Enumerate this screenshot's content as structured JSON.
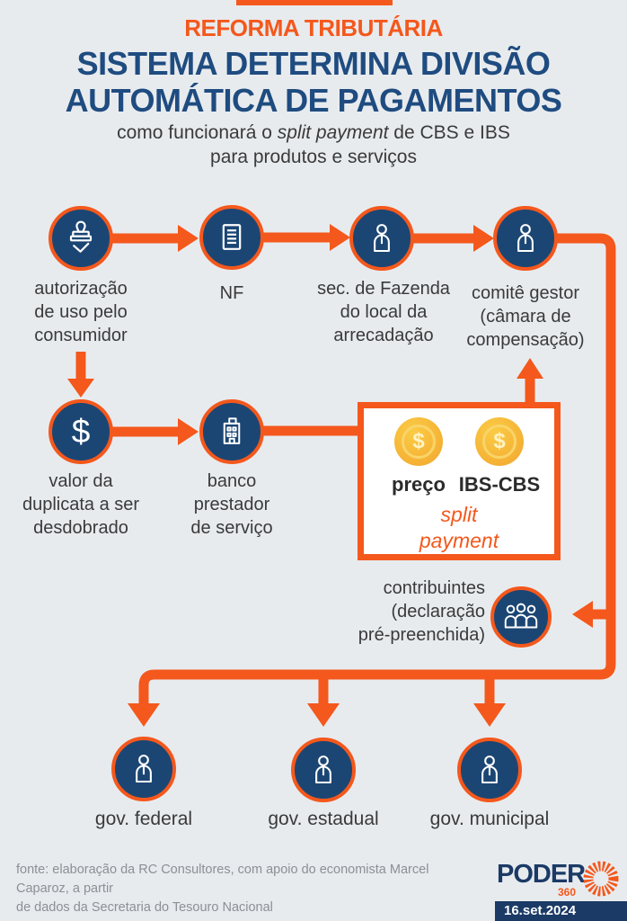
{
  "colors": {
    "background": "#E8EBEE",
    "accent_orange": "#F4581C",
    "node_navy": "#1B4674",
    "title_blue": "#1F4C80",
    "coin_gold": "#F5B02F",
    "footer_navy": "#1B3A66"
  },
  "header": {
    "kicker": "REFORMA TRIBUTÁRIA",
    "title": "SISTEMA DETERMINA DIVISÃO\nAUTOMÁTICA DE PAGAMENTOS",
    "subtitle_pre": "como funcionará o ",
    "subtitle_em": "split payment",
    "subtitle_post": " de CBS e IBS",
    "subtitle_line2": "para produtos e serviços"
  },
  "flow": {
    "nodes": [
      {
        "id": "autorizacao",
        "icon": "stamp-icon",
        "label": "autorização\nde uso pelo\nconsumidor"
      },
      {
        "id": "nf",
        "icon": "invoice-icon",
        "label": "NF"
      },
      {
        "id": "fazenda",
        "icon": "person-icon",
        "label": "sec. de Fazenda\ndo local da\narrecadação"
      },
      {
        "id": "comite",
        "icon": "person-icon",
        "label": "comitê gestor\n(câmara de\ncompensação)"
      },
      {
        "id": "valor",
        "icon": "dollar-icon",
        "label": "valor da\nduplicata a ser\ndesdobrado"
      },
      {
        "id": "banco",
        "icon": "building-icon",
        "label": "banco\nprestador\nde serviço"
      },
      {
        "id": "contribuintes",
        "icon": "group-icon",
        "label": "contribuintes\n(declaração\npré-preenchida)"
      },
      {
        "id": "federal",
        "icon": "person-icon",
        "label": "gov. federal"
      },
      {
        "id": "estadual",
        "icon": "person-icon",
        "label": "gov. estadual"
      },
      {
        "id": "municipal",
        "icon": "person-icon",
        "label": "gov. municipal"
      }
    ]
  },
  "glyphs": {
    "dollar": "$"
  },
  "split_box": {
    "coin_symbol": "$",
    "coin1_label": "preço",
    "coin2_label": "IBS-CBS",
    "caption": "split\npayment"
  },
  "footer": {
    "source": "fonte: elaboração da RC Consultores, com apoio do economista Marcel Caparoz, a partir\nde dados da Secretaria do Tesouro Nacional",
    "logo_brand": "PODER",
    "logo_sub": "360",
    "date": "16.set.2024"
  }
}
